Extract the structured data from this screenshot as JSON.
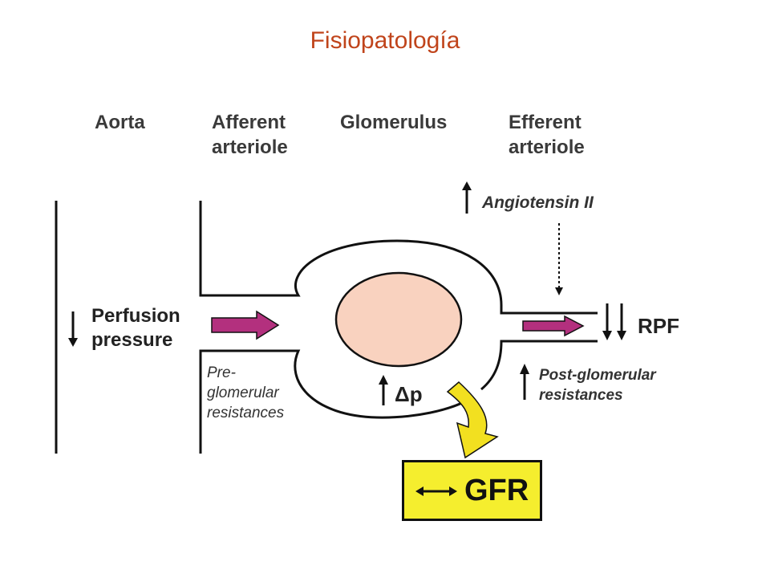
{
  "title": "Fisiopatología",
  "columns": {
    "aorta": "Aorta",
    "afferent_line1": "Afferent",
    "afferent_line2": "arteriole",
    "glomerulus": "Glomerulus",
    "efferent_line1": "Efferent",
    "efferent_line2": "arteriole"
  },
  "labels": {
    "angiotensin": "Angiotensin II",
    "perfusion_line1": "Perfusion",
    "perfusion_line2": "pressure",
    "rpf": "RPF",
    "pre_line1": "Pre-",
    "pre_line2": "glomerular",
    "pre_line3": "resistances",
    "delta_p": "Δp",
    "post_line1": "Post-glomerular",
    "post_line2": "resistances",
    "gfr": "GFR"
  },
  "colors": {
    "title": "#c0441b",
    "flow_arrow": "#b3307e",
    "glomerulus_fill": "#f9d2bf",
    "gfr_box": "#f5ee2e",
    "gfr_arrow": "#f2e020"
  },
  "icons": {
    "angiotensin_indicator": "up-arrow-icon",
    "perfusion_indicator": "down-arrow-icon",
    "rpf_indicator": "double-down-arrow-icon",
    "delta_p_indicator": "up-arrow-icon",
    "post_indicator": "up-arrow-icon",
    "gfr_indicator": "left-right-arrow-icon"
  }
}
